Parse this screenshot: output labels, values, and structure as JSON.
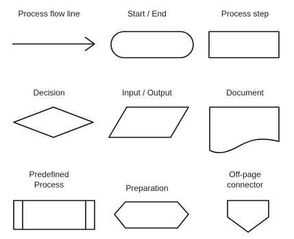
{
  "symbols": [
    {
      "id": "process-flow-line",
      "label": "Process flow line"
    },
    {
      "id": "start-end",
      "label": "Start / End"
    },
    {
      "id": "process-step",
      "label": "Process step"
    },
    {
      "id": "decision",
      "label": "Decision"
    },
    {
      "id": "input-output",
      "label": "Input / Output"
    },
    {
      "id": "document",
      "label": "Document"
    },
    {
      "id": "predefined-process",
      "label": "Predefined\nProcess"
    },
    {
      "id": "preparation",
      "label": "Preparation"
    },
    {
      "id": "off-page-connector",
      "label": "Off-page\nconnector"
    }
  ]
}
